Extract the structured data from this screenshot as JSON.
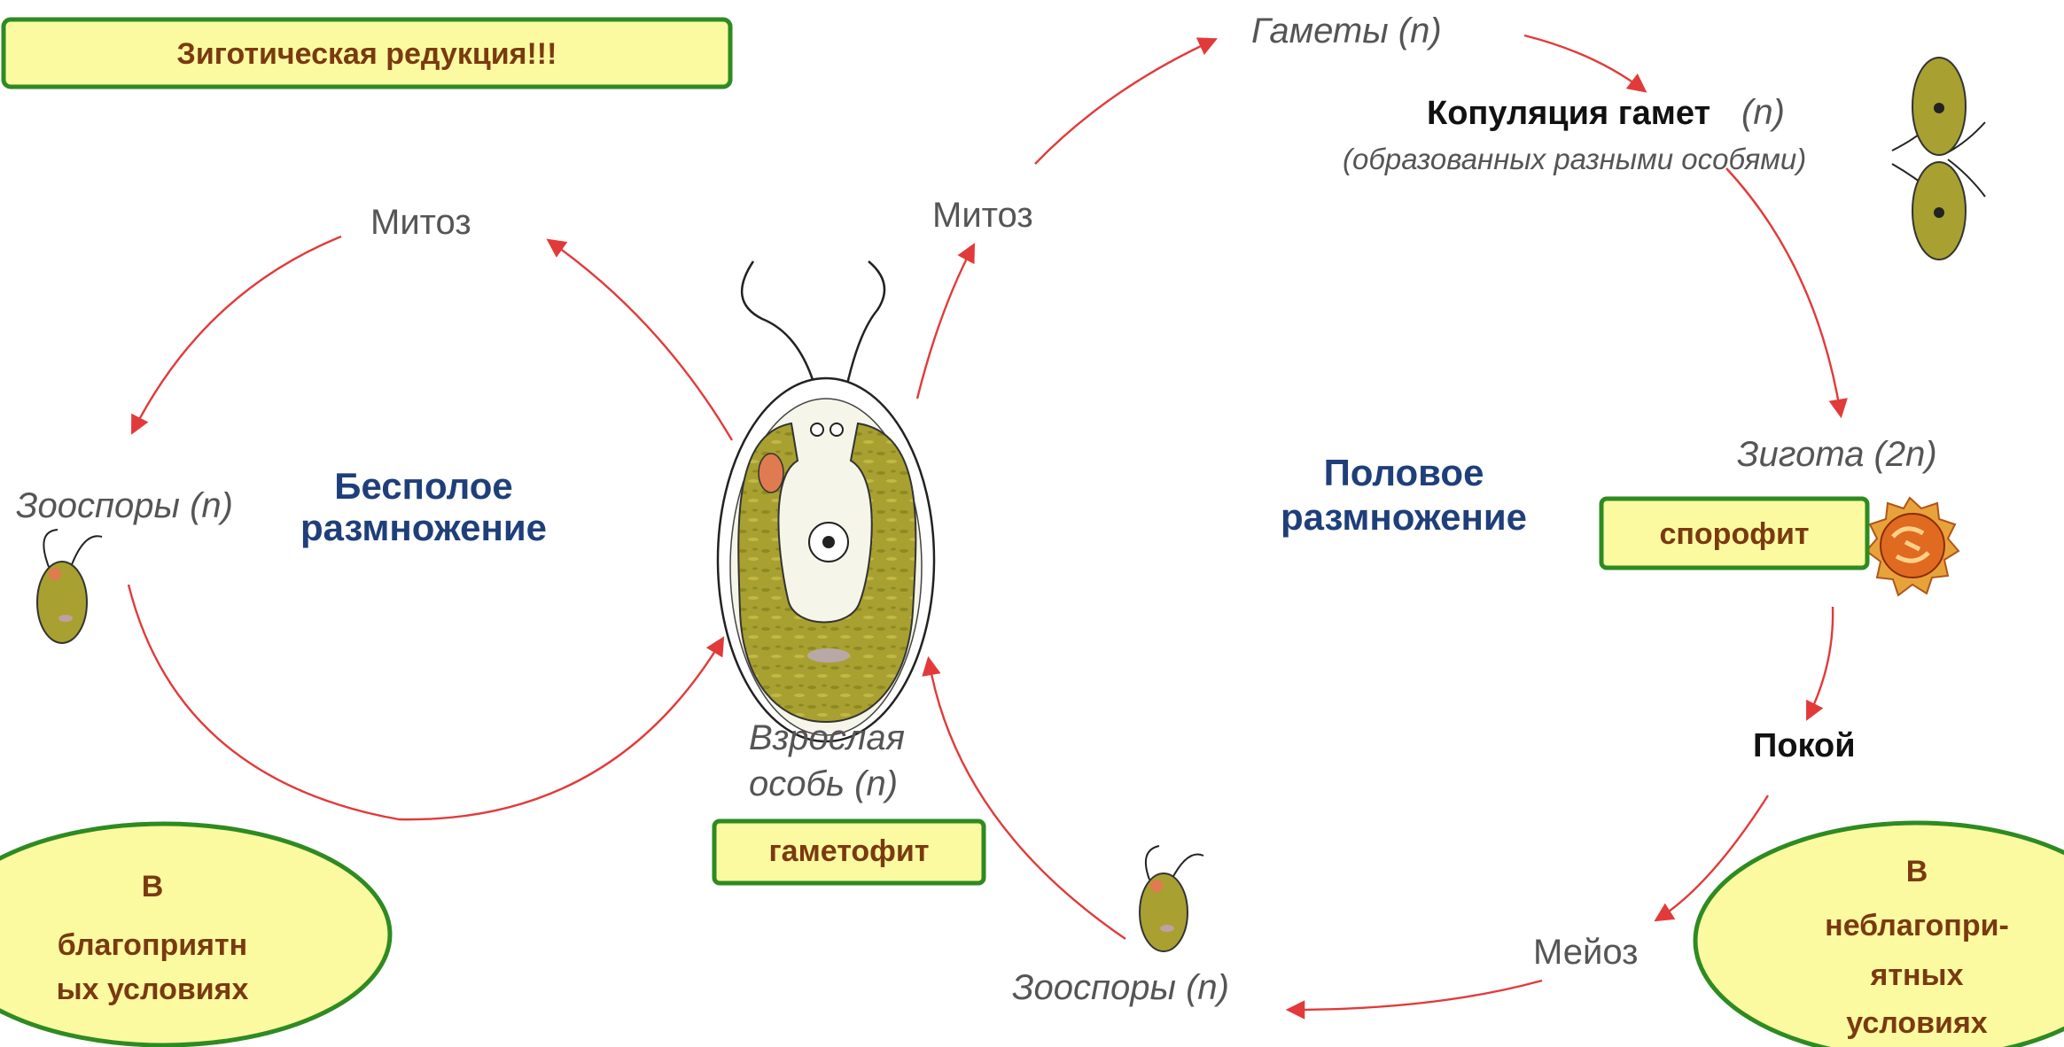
{
  "title_box": "Зиготическая редукция!!!",
  "asexual": {
    "heading_line1": "Бесполое",
    "heading_line2": "размножение",
    "mitosis": "Митоз",
    "zoospores": "Зооспоры (n)"
  },
  "adult": {
    "label_line1": "Взрослая",
    "label_line2": "особь (n)",
    "box": "гаметофит"
  },
  "sexual": {
    "heading_line1": "Половое",
    "heading_line2": "размножение",
    "mitosis": "Митоз",
    "gametes": "Гаметы (n)",
    "copulation": "Копуляция гамет",
    "copulation_n": "(n)",
    "copulation_note": "(образованных разными особями)",
    "zygote": "Зигота (2n)",
    "sporophyte_box": "спорофит",
    "rest": "Покой",
    "meiosis": "Мейоз",
    "zoospores": "Зооспоры (n)"
  },
  "ovals": {
    "favorable": [
      "В",
      "благоприятн",
      "ых условиях"
    ],
    "unfavorable": [
      "В",
      "неблагопри-",
      "ятных",
      "условиях"
    ]
  },
  "colors": {
    "arrow": "#e23a3a",
    "box_fill": "#fbfaa0",
    "box_border": "#2e8b22",
    "box_text": "#7a3a10",
    "heading_blue": "#1f3f7a",
    "cell_green": "#a8a030"
  }
}
